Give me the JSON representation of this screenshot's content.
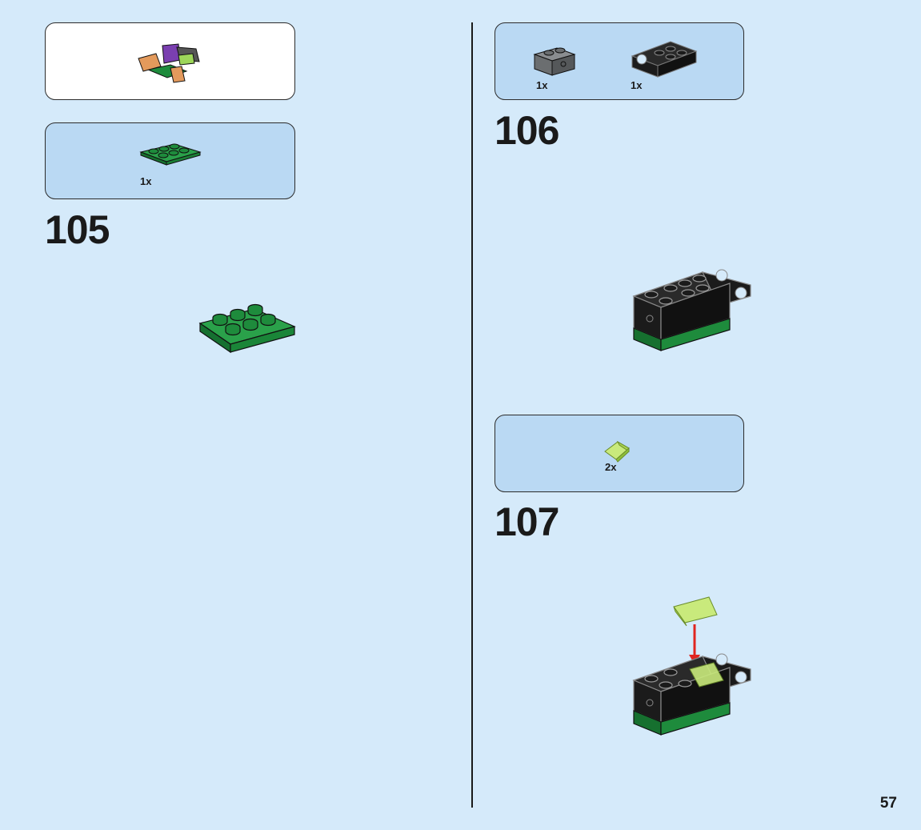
{
  "left": {
    "callout": {
      "description": "submodel preview"
    },
    "step105": {
      "number": "105",
      "parts": [
        {
          "name": "green-plate-2x3",
          "qty": "1x",
          "color": "#1e8b3c"
        }
      ]
    }
  },
  "right": {
    "step106": {
      "number": "106",
      "parts": [
        {
          "name": "gray-technic-brick-1x2",
          "qty": "1x",
          "color": "#6b6e70"
        },
        {
          "name": "black-technic-brick-clip",
          "qty": "1x",
          "color": "#1b1b1b"
        }
      ]
    },
    "step107": {
      "number": "107",
      "parts": [
        {
          "name": "trans-green-slope",
          "qty": "2x",
          "color": "#b9e06a"
        }
      ]
    }
  },
  "page_number": "57",
  "colors": {
    "background": "#d5eafa",
    "parts_box": "#bad9f3",
    "green": "#1e8b3c",
    "arrow": "#e0251f"
  }
}
